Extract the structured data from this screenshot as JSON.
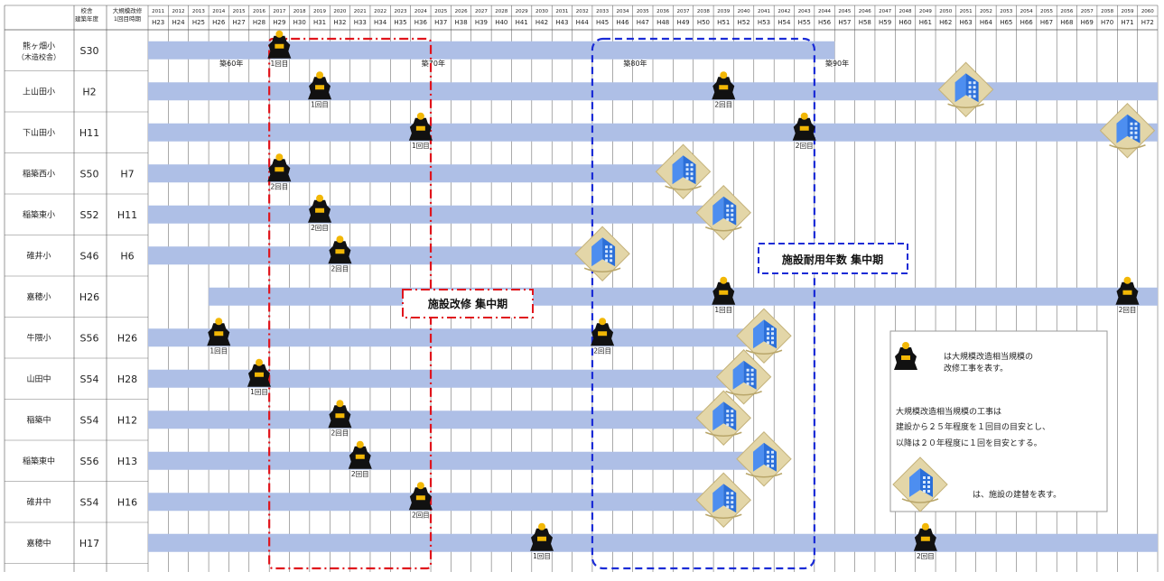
{
  "header": {
    "col1": [
      "校舎",
      "建築年度"
    ],
    "col2": [
      "大規模改修",
      "1回目時期"
    ]
  },
  "years": [
    {
      "ad": "2011",
      "jp": "H23"
    },
    {
      "ad": "2012",
      "jp": "H24"
    },
    {
      "ad": "2013",
      "jp": "H25"
    },
    {
      "ad": "2014",
      "jp": "H26"
    },
    {
      "ad": "2015",
      "jp": "H27"
    },
    {
      "ad": "2016",
      "jp": "H28"
    },
    {
      "ad": "2017",
      "jp": "H29"
    },
    {
      "ad": "2018",
      "jp": "H30"
    },
    {
      "ad": "2019",
      "jp": "H31"
    },
    {
      "ad": "2020",
      "jp": "H32"
    },
    {
      "ad": "2021",
      "jp": "H33"
    },
    {
      "ad": "2022",
      "jp": "H34"
    },
    {
      "ad": "2023",
      "jp": "H35"
    },
    {
      "ad": "2024",
      "jp": "H36"
    },
    {
      "ad": "2025",
      "jp": "H37"
    },
    {
      "ad": "2026",
      "jp": "H38"
    },
    {
      "ad": "2027",
      "jp": "H39"
    },
    {
      "ad": "2028",
      "jp": "H40"
    },
    {
      "ad": "2029",
      "jp": "H41"
    },
    {
      "ad": "2030",
      "jp": "H42"
    },
    {
      "ad": "2031",
      "jp": "H43"
    },
    {
      "ad": "2032",
      "jp": "H44"
    },
    {
      "ad": "2033",
      "jp": "H45"
    },
    {
      "ad": "2034",
      "jp": "H46"
    },
    {
      "ad": "2035",
      "jp": "H47"
    },
    {
      "ad": "2036",
      "jp": "H48"
    },
    {
      "ad": "2037",
      "jp": "H49"
    },
    {
      "ad": "2038",
      "jp": "H50"
    },
    {
      "ad": "2039",
      "jp": "H51"
    },
    {
      "ad": "2040",
      "jp": "H52"
    },
    {
      "ad": "2041",
      "jp": "H53"
    },
    {
      "ad": "2042",
      "jp": "H54"
    },
    {
      "ad": "2043",
      "jp": "H55"
    },
    {
      "ad": "2044",
      "jp": "H56"
    },
    {
      "ad": "2045",
      "jp": "H57"
    },
    {
      "ad": "2046",
      "jp": "H58"
    },
    {
      "ad": "2047",
      "jp": "H59"
    },
    {
      "ad": "2048",
      "jp": "H60"
    },
    {
      "ad": "2049",
      "jp": "H61"
    },
    {
      "ad": "2050",
      "jp": "H62"
    },
    {
      "ad": "2051",
      "jp": "H63"
    },
    {
      "ad": "2052",
      "jp": "H64"
    },
    {
      "ad": "2053",
      "jp": "H65"
    },
    {
      "ad": "2054",
      "jp": "H66"
    },
    {
      "ad": "2055",
      "jp": "H67"
    },
    {
      "ad": "2056",
      "jp": "H68"
    },
    {
      "ad": "2057",
      "jp": "H69"
    },
    {
      "ad": "2058",
      "jp": "H70"
    },
    {
      "ad": "2059",
      "jp": "H71"
    },
    {
      "ad": "2060",
      "jp": "H72"
    }
  ],
  "chart_data": {
    "type": "timeline",
    "x_range": [
      2011,
      2060
    ],
    "rows": [
      {
        "school": "熊ヶ畑小",
        "sub": "（木造校舎）",
        "built": "S30",
        "first": "",
        "bar_start": 2011,
        "bar_end": 2044,
        "events": [
          {
            "year": 2017,
            "kind": "renovation",
            "label": "1回目"
          }
        ]
      },
      {
        "school": "上山田小",
        "built": "H2",
        "first": "",
        "bar_start": 2011,
        "bar_end": 2060,
        "events": [
          {
            "year": 2019,
            "kind": "renovation",
            "label": "1回目"
          },
          {
            "year": 2039,
            "kind": "renovation",
            "label": "2回目"
          },
          {
            "year": 2051,
            "kind": "rebuild",
            "label": ""
          }
        ]
      },
      {
        "school": "下山田小",
        "built": "H11",
        "first": "",
        "bar_start": 2011,
        "bar_end": 2060,
        "events": [
          {
            "year": 2024,
            "kind": "renovation",
            "label": "1回目"
          },
          {
            "year": 2043,
            "kind": "renovation",
            "label": "2回目"
          },
          {
            "year": 2059,
            "kind": "rebuild",
            "label": ""
          }
        ]
      },
      {
        "school": "稲築西小",
        "built": "S50",
        "first": "H7",
        "bar_start": 2011,
        "bar_end": 2037,
        "events": [
          {
            "year": 2017,
            "kind": "renovation",
            "label": "2回目"
          },
          {
            "year": 2037,
            "kind": "rebuild",
            "label": ""
          }
        ]
      },
      {
        "school": "稲築東小",
        "built": "S52",
        "first": "H11",
        "bar_start": 2011,
        "bar_end": 2039,
        "events": [
          {
            "year": 2019,
            "kind": "renovation",
            "label": "2回目"
          },
          {
            "year": 2039,
            "kind": "rebuild",
            "label": ""
          }
        ]
      },
      {
        "school": "碓井小",
        "built": "S46",
        "first": "H6",
        "bar_start": 2011,
        "bar_end": 2033,
        "events": [
          {
            "year": 2020,
            "kind": "renovation",
            "label": "2回目"
          },
          {
            "year": 2033,
            "kind": "rebuild",
            "label": ""
          }
        ]
      },
      {
        "school": "嘉穂小",
        "built": "H26",
        "first": "",
        "bar_start": 2014,
        "bar_end": 2060,
        "events": [
          {
            "year": 2039,
            "kind": "renovation",
            "label": "1回目"
          },
          {
            "year": 2059,
            "kind": "renovation",
            "label": "2回目"
          }
        ]
      },
      {
        "school": "牛隈小",
        "built": "S56",
        "first": "H26",
        "bar_start": 2011,
        "bar_end": 2041,
        "events": [
          {
            "year": 2014,
            "kind": "renovation",
            "label": "1回目"
          },
          {
            "year": 2033,
            "kind": "renovation",
            "label": "2回目"
          },
          {
            "year": 2041,
            "kind": "rebuild",
            "label": ""
          }
        ]
      },
      {
        "school": "山田中",
        "built": "S54",
        "first": "H28",
        "bar_start": 2011,
        "bar_end": 2040,
        "events": [
          {
            "year": 2016,
            "kind": "renovation",
            "label": "1回目"
          },
          {
            "year": 2040,
            "kind": "rebuild",
            "label": ""
          }
        ]
      },
      {
        "school": "稲築中",
        "built": "S54",
        "first": "H12",
        "bar_start": 2011,
        "bar_end": 2039,
        "events": [
          {
            "year": 2020,
            "kind": "renovation",
            "label": "2回目"
          },
          {
            "year": 2039,
            "kind": "rebuild",
            "label": ""
          }
        ]
      },
      {
        "school": "稲築東中",
        "built": "S56",
        "first": "H13",
        "bar_start": 2011,
        "bar_end": 2041,
        "events": [
          {
            "year": 2021,
            "kind": "renovation",
            "label": "2回目"
          },
          {
            "year": 2041,
            "kind": "rebuild",
            "label": ""
          }
        ]
      },
      {
        "school": "碓井中",
        "built": "S54",
        "first": "H16",
        "bar_start": 2011,
        "bar_end": 2039,
        "events": [
          {
            "year": 2024,
            "kind": "renovation",
            "label": "2回目"
          },
          {
            "year": 2039,
            "kind": "rebuild",
            "label": ""
          }
        ]
      },
      {
        "school": "嘉穂中",
        "built": "H17",
        "first": "",
        "bar_start": 2011,
        "bar_end": 2060,
        "events": [
          {
            "year": 2030,
            "kind": "renovation",
            "label": "1回目"
          },
          {
            "year": 2049,
            "kind": "renovation",
            "label": "2回目"
          }
        ]
      }
    ],
    "anniversaries": [
      {
        "year": 2014,
        "label": "築60年"
      },
      {
        "year": 2024,
        "label": "築70年"
      },
      {
        "year": 2034,
        "label": "築80年"
      },
      {
        "year": 2044,
        "label": "築90年"
      }
    ],
    "periods": [
      {
        "label": "施設改修 集中期",
        "start": 2017,
        "end": 2024,
        "color": "#e0141c"
      },
      {
        "label": "施設耐用年数 集中期",
        "start": 2033,
        "end": 2043,
        "color": "#1a2bd6"
      }
    ]
  },
  "legend": {
    "renovation_text": [
      "は大規模改造相当規模の",
      "改修工事を表す。"
    ],
    "note": [
      "大規模改造相当規模の工事は",
      "建設から２５年程度を１回目の目安とし、",
      "以降は２０年程度に１回を目安とする。"
    ],
    "rebuild_text": "は、施設の建替を表す。"
  },
  "colors": {
    "band": "#aebfe6",
    "grid": "#555555",
    "renovation": "#111111",
    "renovation_accent": "#f2b705",
    "rebuild_blue": "#2b6fd9",
    "rebuild_beige": "#e3d6a8"
  }
}
